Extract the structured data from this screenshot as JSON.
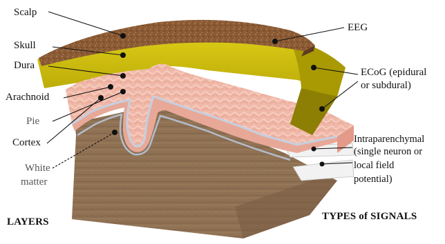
{
  "layers_heading": "LAYERS",
  "signals_heading": "TYPES of SIGNALS",
  "layers": [
    {
      "id": "scalp",
      "label": "Scalp"
    },
    {
      "id": "skull",
      "label": "Skull"
    },
    {
      "id": "dura",
      "label": "Dura"
    },
    {
      "id": "arachnoid",
      "label": "Arachnoid"
    },
    {
      "id": "pie",
      "label": "Pie"
    },
    {
      "id": "cortex",
      "label": "Cortex"
    },
    {
      "id": "white_matter",
      "label_line1": "White",
      "label_line2": "matter"
    }
  ],
  "signals": [
    {
      "id": "eeg",
      "label": "EEG"
    },
    {
      "id": "ecog",
      "label_line1": "ECoG (epidural",
      "label_line2": "or subdural)"
    },
    {
      "id": "intraparenchymal",
      "label_line1": "Intraparenchymal",
      "label_line2": "(single neuron or",
      "label_line3": "local field",
      "label_line4": "potential)"
    }
  ],
  "colors": {
    "scalp": "#8a5a34",
    "skull": "#d4c20a",
    "skull_side": "#a99a04",
    "cortex": "#f0b8a8",
    "pia": "#b7c4d8",
    "white_matter": "#8f7154"
  }
}
